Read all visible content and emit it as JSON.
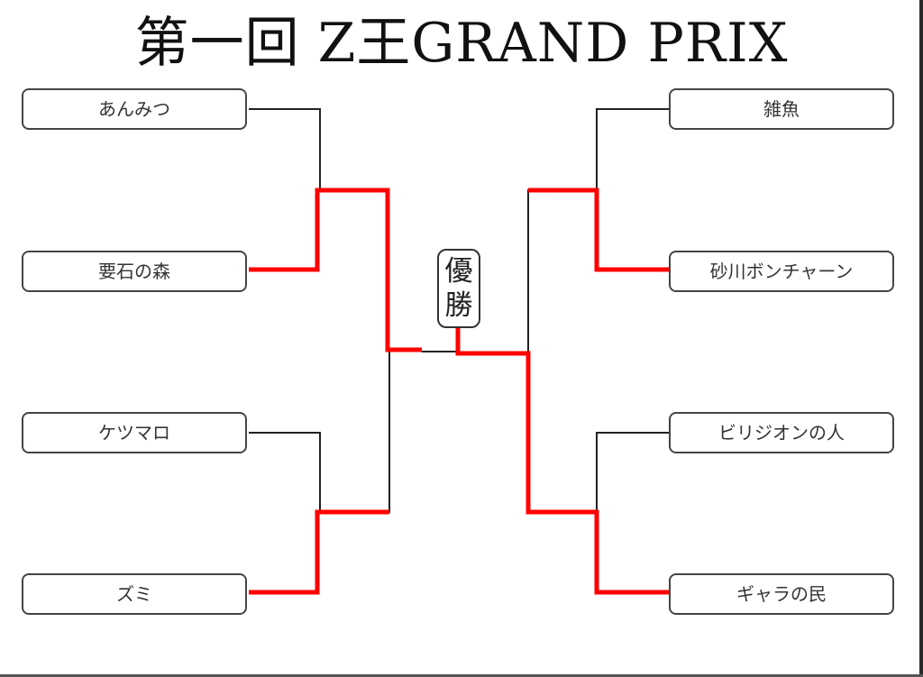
{
  "title": "第一回 Z王GRAND PRIX",
  "champion_label": "優勝",
  "left_players": [
    "あんみつ",
    "要石の森",
    "ケツマロ",
    "ズミ"
  ],
  "right_players": [
    "雑魚",
    "砂川ボンチャーン",
    "ビリジオンの人",
    "ギャラの民"
  ],
  "colors": {
    "advance_line": "#ff0000",
    "bracket_line": "#222222",
    "box_border": "#444444",
    "text": "#333333"
  }
}
